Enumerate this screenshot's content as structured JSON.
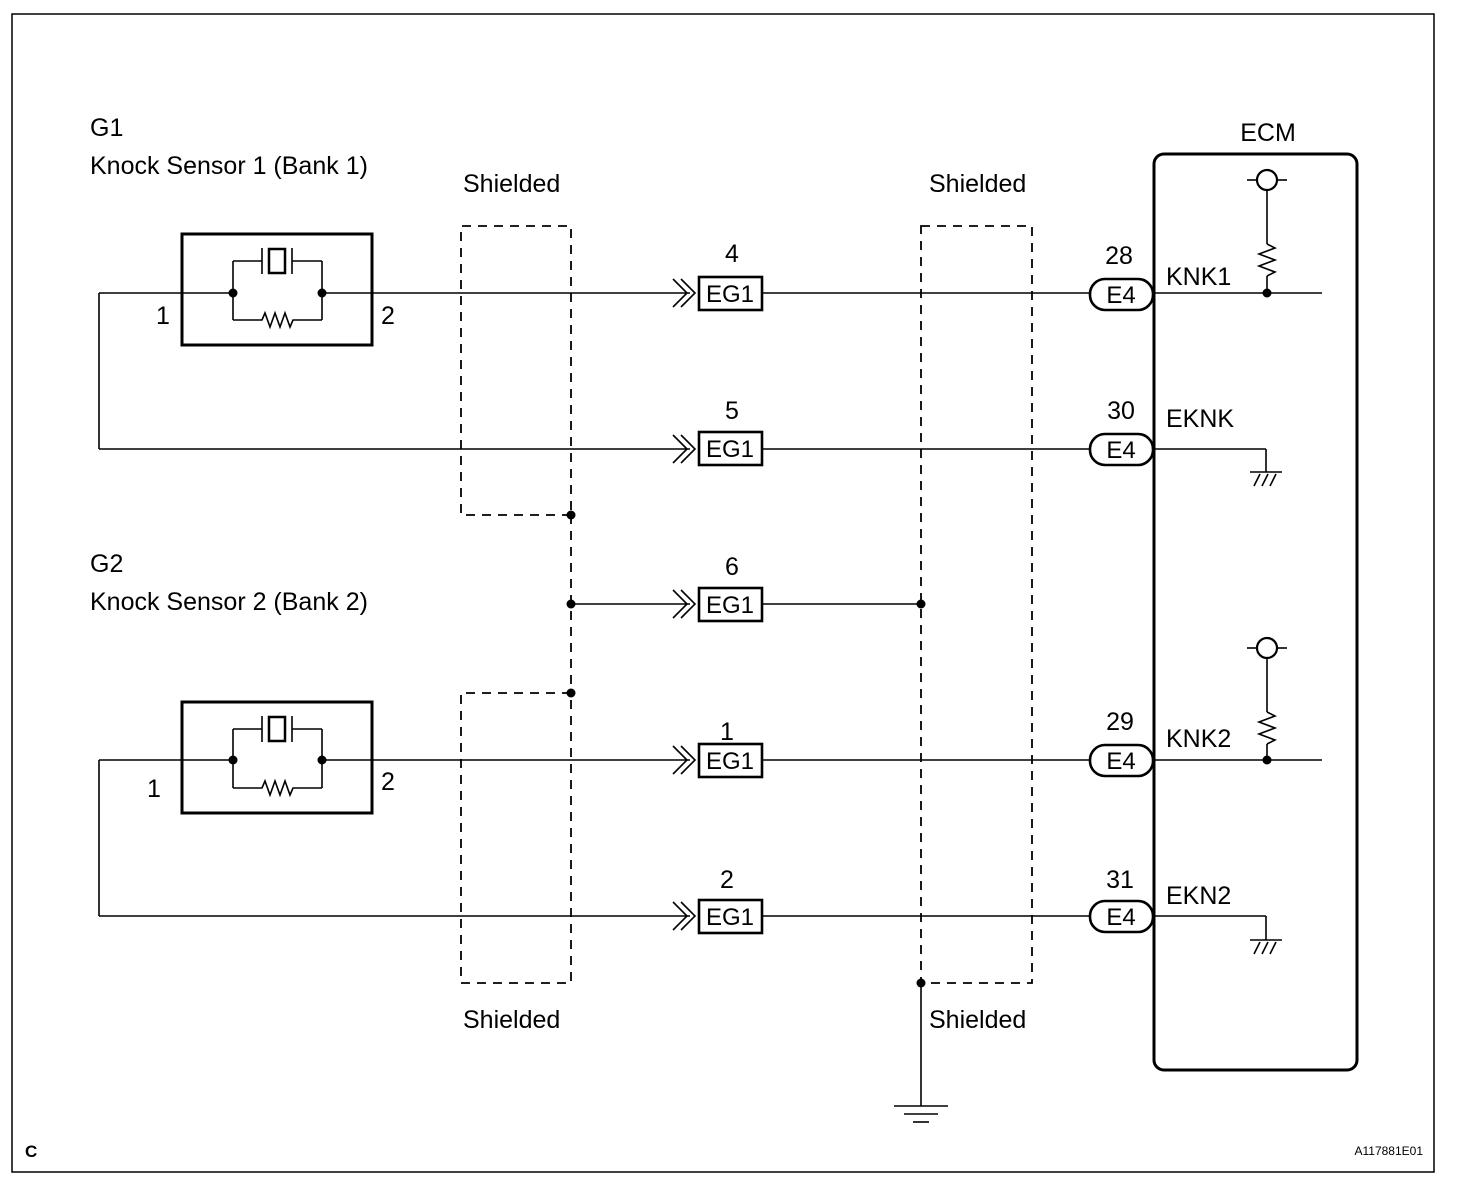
{
  "corner_label": "C",
  "figure_id": "A117881E01",
  "ecm": {
    "title": "ECM"
  },
  "sensors": [
    {
      "id": "G1",
      "name": "Knock Sensor 1 (Bank 1)",
      "pin_left": "1",
      "pin_right": "2"
    },
    {
      "id": "G2",
      "name": "Knock Sensor 2 (Bank 2)",
      "pin_left": "1",
      "pin_right": "2"
    }
  ],
  "shield_labels": [
    "Shielded",
    "Shielded",
    "Shielded",
    "Shielded"
  ],
  "eg1_connectors": [
    {
      "pin": "4",
      "name": "EG1"
    },
    {
      "pin": "5",
      "name": "EG1"
    },
    {
      "pin": "6",
      "name": "EG1"
    },
    {
      "pin": "1",
      "name": "EG1"
    },
    {
      "pin": "2",
      "name": "EG1"
    }
  ],
  "e4_connectors": [
    {
      "pin": "28",
      "name": "E4",
      "signal": "KNK1"
    },
    {
      "pin": "30",
      "name": "E4",
      "signal": "EKNK"
    },
    {
      "pin": "29",
      "name": "E4",
      "signal": "KNK2"
    },
    {
      "pin": "31",
      "name": "E4",
      "signal": "EKN2"
    }
  ]
}
